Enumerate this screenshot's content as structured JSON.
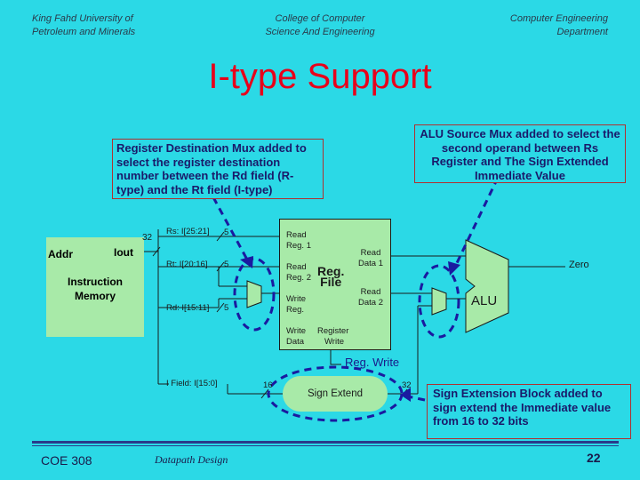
{
  "header": {
    "left_line1": "King Fahd University of",
    "left_line2": "Petroleum and Minerals",
    "center_line1": "College of Computer",
    "center_line2": "Science And Engineering",
    "right_line1": "Computer Engineering",
    "right_line2": "Department"
  },
  "title": "I-type Support",
  "callouts": {
    "reg_dest": "Register Destination Mux added to select the register destination number between the Rd field (R-type) and the Rt field (I-type)",
    "alu_src": "ALU Source Mux added to select the second operand between Rs Register and The Sign Extended Immediate Value",
    "sign_ext": "Sign Extension Block added to sign extend the Immediate value from 16 to 32 bits"
  },
  "instruction_memory": {
    "addr": "Addr",
    "iout": "Iout",
    "name_line1": "Instruction",
    "name_line2": "Memory"
  },
  "fields": {
    "bus_width": "32",
    "rs": "Rs: I[25:21]",
    "rt": "Rt: I[20:16]",
    "rd": "Rd: I[15:11]",
    "reg_bits_rs": "5",
    "reg_bits_rt": "5",
    "reg_bits_rd": "5",
    "imm": "I Field: I[15:0]",
    "imm_width": "16",
    "ext_width": "32"
  },
  "reg_file": {
    "read_reg1_l1": "Read",
    "read_reg1_l2": "Reg. 1",
    "read_reg2_l1": "Read",
    "read_reg2_l2": "Reg. 2",
    "write_reg_l1": "Write",
    "write_reg_l2": "Reg.",
    "write_data_l1": "Write",
    "write_data_l2": "Data",
    "name_l1": "Reg.",
    "name_l2": "File",
    "read_data1_l1": "Read",
    "read_data1_l2": "Data 1",
    "read_data2_l1": "Read",
    "read_data2_l2": "Data 2",
    "register_write_l1": "Register",
    "register_write_l2": "Write"
  },
  "sign_extend": "Sign Extend",
  "alu": {
    "label": "ALU",
    "zero": "Zero"
  },
  "reg_write_signal": "Reg. Write",
  "footer": {
    "course": "COE 308",
    "subject": "Datapath Design",
    "page": "22"
  },
  "colors": {
    "background": "#2bd9e6",
    "block_fill": "#a8eaa8",
    "title": "#e8001a",
    "callout_text": "#1a1a6a",
    "dashed_arrow": "#1a1aa0"
  }
}
